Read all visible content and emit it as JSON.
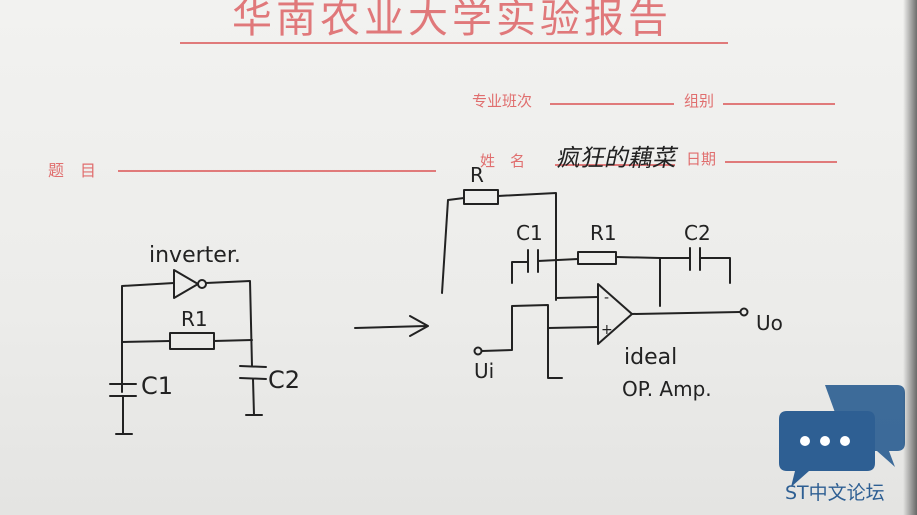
{
  "form": {
    "title": "华南农业大学实验报告",
    "major_class_label": "专业班次",
    "group_label": "组别",
    "topic_label": "题　目",
    "name_label": "姓　名",
    "date_label": "日期",
    "handwritten_name": "疯狂的藕菜"
  },
  "left_circuit": {
    "inverter_label": "inverter.",
    "r1_label": "R1",
    "c1_label": "C1",
    "c2_label": "C2"
  },
  "right_circuit": {
    "r_label": "R",
    "c1_label": "C1",
    "r1_label": "R1",
    "c2_label": "C2",
    "input_label": "Ui",
    "output_label": "Uo",
    "minus_label": "-",
    "plus_label": "+",
    "ideal_label": "ideal",
    "opamp_label": "OP. Amp."
  },
  "watermark": {
    "text": "ST中文论坛",
    "icon": "chat-bubbles-icon",
    "color": "#2e5f93"
  },
  "colors": {
    "paper": "#f0f0ee",
    "print_red": "#e07070",
    "ink": "#222222"
  }
}
